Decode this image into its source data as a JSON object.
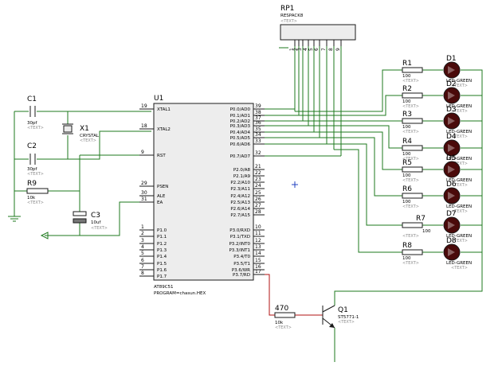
{
  "placeholder": "<TEXT>",
  "mcu": {
    "ref": "U1",
    "part": "AT89C51",
    "program": "PROGRAM=chasun.HEX",
    "left_pins": [
      {
        "num": "19",
        "name": "XTAL1"
      },
      {
        "num": "18",
        "name": "XTAL2"
      },
      {
        "num": "9",
        "name": "RST"
      },
      {
        "num": "29",
        "name": "PSEN"
      },
      {
        "num": "30",
        "name": "ALE"
      },
      {
        "num": "31",
        "name": "EA"
      },
      {
        "num": "1",
        "name": "P1.0"
      },
      {
        "num": "2",
        "name": "P1.1"
      },
      {
        "num": "3",
        "name": "P1.2"
      },
      {
        "num": "4",
        "name": "P1.3"
      },
      {
        "num": "5",
        "name": "P1.4"
      },
      {
        "num": "6",
        "name": "P1.5"
      },
      {
        "num": "7",
        "name": "P1.6"
      },
      {
        "num": "8",
        "name": "P1.7"
      }
    ],
    "right_pins": [
      {
        "num": "39",
        "name": "P0.0/AD0"
      },
      {
        "num": "38",
        "name": "P0.1/AD1"
      },
      {
        "num": "37",
        "name": "P0.2/AD2"
      },
      {
        "num": "36",
        "name": "P0.3/AD3"
      },
      {
        "num": "35",
        "name": "P0.4/AD4"
      },
      {
        "num": "34",
        "name": "P0.5/AD5"
      },
      {
        "num": "33",
        "name": "P0.6/AD6"
      },
      {
        "num": "32",
        "name": "P0.7/AD7"
      },
      {
        "num": "21",
        "name": "P2.0/A8"
      },
      {
        "num": "22",
        "name": "P2.1/A9"
      },
      {
        "num": "23",
        "name": "P2.2/A10"
      },
      {
        "num": "24",
        "name": "P2.3/A11"
      },
      {
        "num": "25",
        "name": "P2.4/A12"
      },
      {
        "num": "26",
        "name": "P2.5/A13"
      },
      {
        "num": "27",
        "name": "P2.6/A14"
      },
      {
        "num": "28",
        "name": "P2.7/A15"
      },
      {
        "num": "10",
        "name": "P3.0/RXD"
      },
      {
        "num": "11",
        "name": "P3.1/TXD"
      },
      {
        "num": "12",
        "name": "P3.2/INT0"
      },
      {
        "num": "13",
        "name": "P3.3/INT1"
      },
      {
        "num": "14",
        "name": "P3.4/T0"
      },
      {
        "num": "15",
        "name": "P3.5/T1"
      },
      {
        "num": "16",
        "name": "P3.6/WR"
      },
      {
        "num": "17",
        "name": "P3.7/RD"
      }
    ]
  },
  "respack": {
    "ref": "RP1",
    "part": "RESPACK8",
    "pin_labels": [
      "1",
      "2",
      "3",
      "4",
      "5",
      "6",
      "7",
      "8",
      "9"
    ]
  },
  "caps": [
    {
      "ref": "C1",
      "value": "30pf"
    },
    {
      "ref": "C2",
      "value": "30pf"
    },
    {
      "ref": "C3",
      "value": "10uf"
    }
  ],
  "crystal": {
    "ref": "X1",
    "value": "CRYSTAL"
  },
  "reset_resistor": {
    "ref": "R9",
    "value": "10k"
  },
  "led_resistors": [
    {
      "ref": "R1",
      "value": "100"
    },
    {
      "ref": "R2",
      "value": "100"
    },
    {
      "ref": "R3",
      "value": "100"
    },
    {
      "ref": "R4",
      "value": "100"
    },
    {
      "ref": "R5",
      "value": "100"
    },
    {
      "ref": "R6",
      "value": "100"
    },
    {
      "ref": "R7",
      "value": "100"
    },
    {
      "ref": "R8",
      "value": "100"
    }
  ],
  "leds": [
    {
      "ref": "D1",
      "value": "LED-GREEN"
    },
    {
      "ref": "D2",
      "value": "LED-GREEN"
    },
    {
      "ref": "D3",
      "value": "LED-GREEN"
    },
    {
      "ref": "D4",
      "value": "LED-GREEN"
    },
    {
      "ref": "D5",
      "value": "LED-GREEN"
    },
    {
      "ref": "D6",
      "value": "LED-GREEN"
    },
    {
      "ref": "D7",
      "value": "LED-GREEN"
    },
    {
      "ref": "D8",
      "value": "LED-GREEN"
    }
  ],
  "base_resistor": {
    "ref": "470",
    "value": "10k"
  },
  "transistor": {
    "ref": "Q1",
    "value": "ST5771-1"
  },
  "colors": {
    "wire": "#1e7a1e",
    "active_wire": "#b01010",
    "component_body": "#ededed",
    "led_fill": "#4a0a0a",
    "outline": "#1a1a1a"
  }
}
